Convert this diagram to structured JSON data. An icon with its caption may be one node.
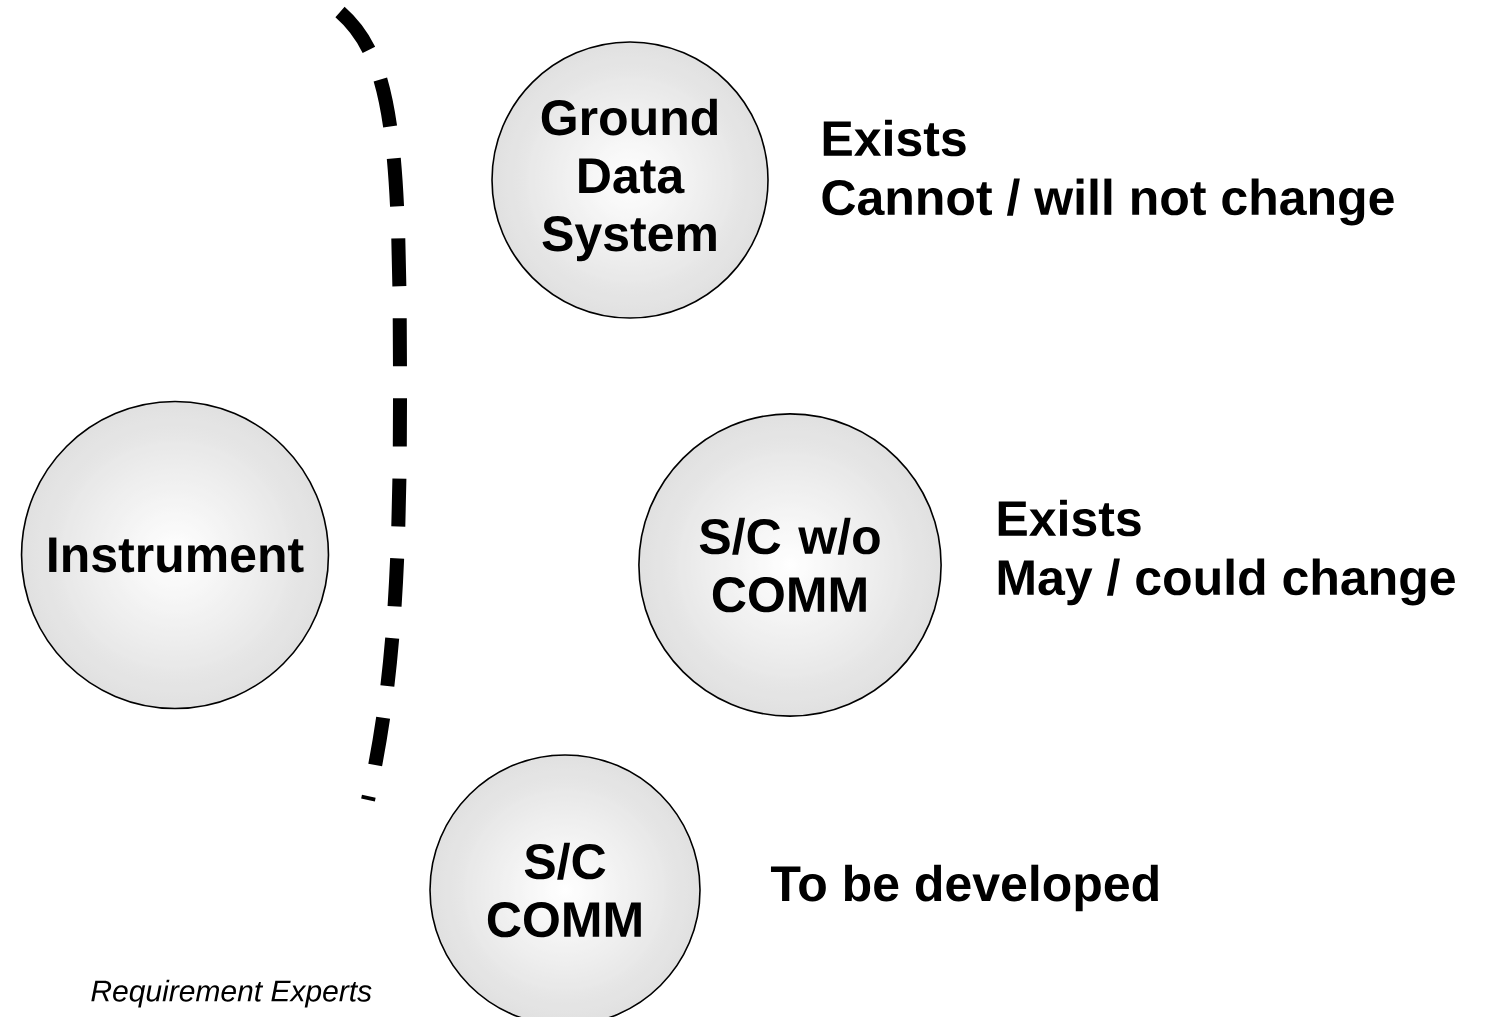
{
  "diagram": {
    "nodes": [
      {
        "text": [
          "Ground Data System"
        ],
        "beside": [
          "Exists",
          "Cannot / will not change"
        ]
      },
      {
        "text": [
          "Instrument"
        ]
      },
      {
        "text": [
          "S/C w/o COMM"
        ],
        "beside": [
          "Exists",
          "May / could change"
        ]
      },
      {
        "text": [
          "S/C COMM"
        ],
        "beside": [
          "To be developed"
        ]
      }
    ],
    "labels": [
      "Requirement Experts"
    ]
  }
}
